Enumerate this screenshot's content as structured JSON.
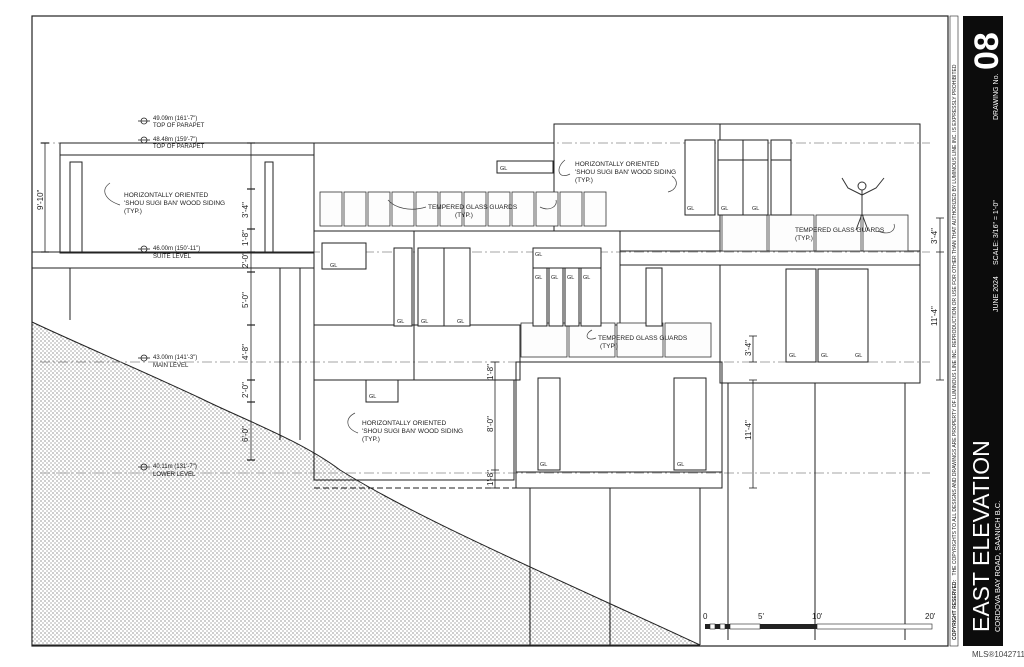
{
  "drawing": {
    "title": "EAST ELEVATION",
    "address": "CORDOVA BAY ROAD, SAANICH B.C.",
    "date": "JUNE 2024",
    "scale": "SCALE: 3/16\" = 1'-0\"",
    "drawing_no_label": "DRAWING No.",
    "drawing_no": "08",
    "copyright_bold": "COPYRIGHT RESERVED:",
    "copyright": "THE COPYRIGHTS TO ALL DESIGNS AND DRAWINGS ARE PROPERTY OF LUMINOUS LINE INC. REPRODUCTION OR USE FOR OTHER THAN THAT AUTHORIZED BY LUMINOUS LINE INC. IS EXPRESSLY PROHIBITED",
    "mls": "MLS®1042711"
  },
  "levels": [
    {
      "elev": "49.09m (161'-7\")",
      "name": "TOP OF PARAPET"
    },
    {
      "elev": "48.48m (159'-7\")",
      "name": "TOP OF PARAPET"
    },
    {
      "elev": "46.00m (150'-11\")",
      "name": "SUITE LEVEL"
    },
    {
      "elev": "43.00m (141'-3\")",
      "name": "MAIN LEVEL"
    },
    {
      "elev": "40.11m (131'-7\")",
      "name": "LOWER LEVEL"
    }
  ],
  "notes": {
    "siding_1": [
      "HORIZONTALLY ORIENTED",
      "'SHOU SUGI BAN' WOOD SIDING",
      "(TYP.)"
    ],
    "siding_2": [
      "HORIZONTALLY ORIENTED",
      "'SHOU SUGI BAN' WOOD SIDING",
      "(TYP.)"
    ],
    "siding_3": [
      "HORIZONTALLY ORIENTED",
      "'SHOU SUGI BAN' WOOD SIDING",
      "(TYP.)"
    ],
    "guards_1": [
      "TEMPERED GLASS GUARDS",
      "(TYP.)"
    ],
    "guards_2": [
      "TEMPERED GLASS GUARDS",
      "(TYP.)"
    ],
    "guards_3": [
      "TEMPERED GLASS GUARDS",
      "(TYP.)"
    ]
  },
  "dimensions_left": [
    "9'-10\"",
    "3'-4\"",
    "1'-8\"",
    "2'-0\"",
    "5'-0\"",
    "4'-8\"",
    "2'-0\"",
    "6'-0\""
  ],
  "dimensions_mid": [
    "1'-8\"",
    "8'-0\"",
    "1'-8\""
  ],
  "dimensions_other": [
    "3'-4\"",
    "11'-4\"",
    "3'-4\"",
    "11'-4\""
  ],
  "glass_tag": "GL",
  "scale_bar": [
    "0",
    "5'",
    "10'",
    "20'"
  ]
}
